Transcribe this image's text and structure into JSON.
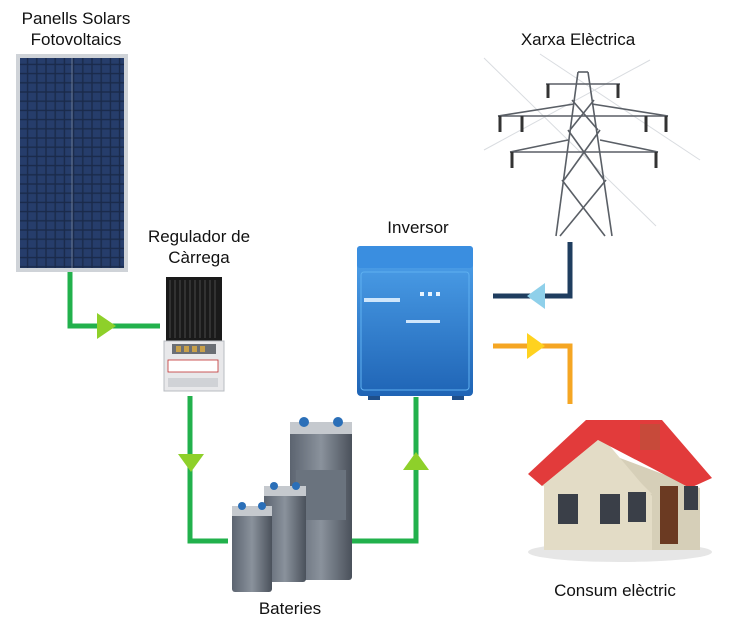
{
  "labels": {
    "solar_line1": "Panells Solars",
    "solar_line2": "Fotovoltaics",
    "grid": "Xarxa Elèctrica",
    "regulator_line1": "Regulador de",
    "regulator_line2": "Càrrega",
    "inverter": "Inversor",
    "batteries": "Bateries",
    "consumption": "Consum elèctric"
  },
  "colors": {
    "green_flow": "#22b14c",
    "navy_flow": "#1f3d5f",
    "light_blue_arrow": "#8fd0ea",
    "orange_flow": "#f5a623",
    "yellow_arrow": "#ffd21f",
    "inverter_blue": "#2f7fd0",
    "roof_red": "#e23b3b"
  },
  "icons": {
    "solar_panel": "solar-panel-icon",
    "pylon": "power-pylon-icon",
    "regulator": "charge-regulator-icon",
    "inverter": "inverter-icon",
    "batteries": "battery-bank-icon",
    "house": "house-icon"
  }
}
